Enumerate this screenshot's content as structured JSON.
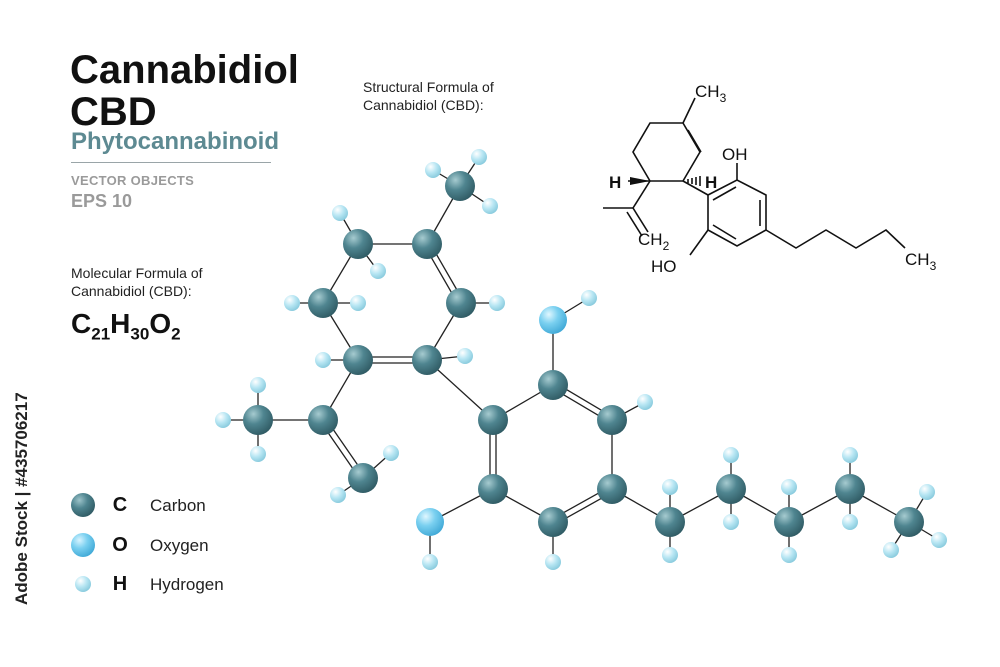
{
  "title": {
    "line1": "Cannabidiol",
    "line2": "CBD"
  },
  "subtitle": "Phytocannabinoid",
  "vector_label": "VECTOR OBJECTS",
  "eps_label": "EPS 10",
  "molecular_formula": {
    "caption_line1": "Molecular Formula of",
    "caption_line2": "Cannabidiol (CBD):",
    "parts": [
      {
        "el": "C",
        "n": "21"
      },
      {
        "el": "H",
        "n": "30"
      },
      {
        "el": "O",
        "n": "2"
      }
    ]
  },
  "structural_formula": {
    "caption_line1": "Structural  Formula of",
    "caption_line2": "Cannabidiol (CBD):",
    "labels": {
      "ch3_top": "CH",
      "ch3_top_sub": "3",
      "oh_top": "OH",
      "h_left": "H",
      "h_right": "H",
      "ch2": "CH",
      "ch2_sub": "2",
      "ho_bottom": "HO",
      "ch3_right": "CH",
      "ch3_right_sub": "3"
    }
  },
  "legend": [
    {
      "symbol": "C",
      "name": "Carbon",
      "color": "#4f8590"
    },
    {
      "symbol": "O",
      "name": "Oxygen",
      "color": "#7ad0f0"
    },
    {
      "symbol": "H",
      "name": "Hydrogen",
      "color": "#b8e6f3"
    }
  ],
  "stock_id": "Adobe Stock | #435706217",
  "colors": {
    "carbon": "#4f8590",
    "oxygen": "#7ad0f0",
    "hydrogen": "#b8e6f3",
    "accent": "#5d8a92"
  }
}
